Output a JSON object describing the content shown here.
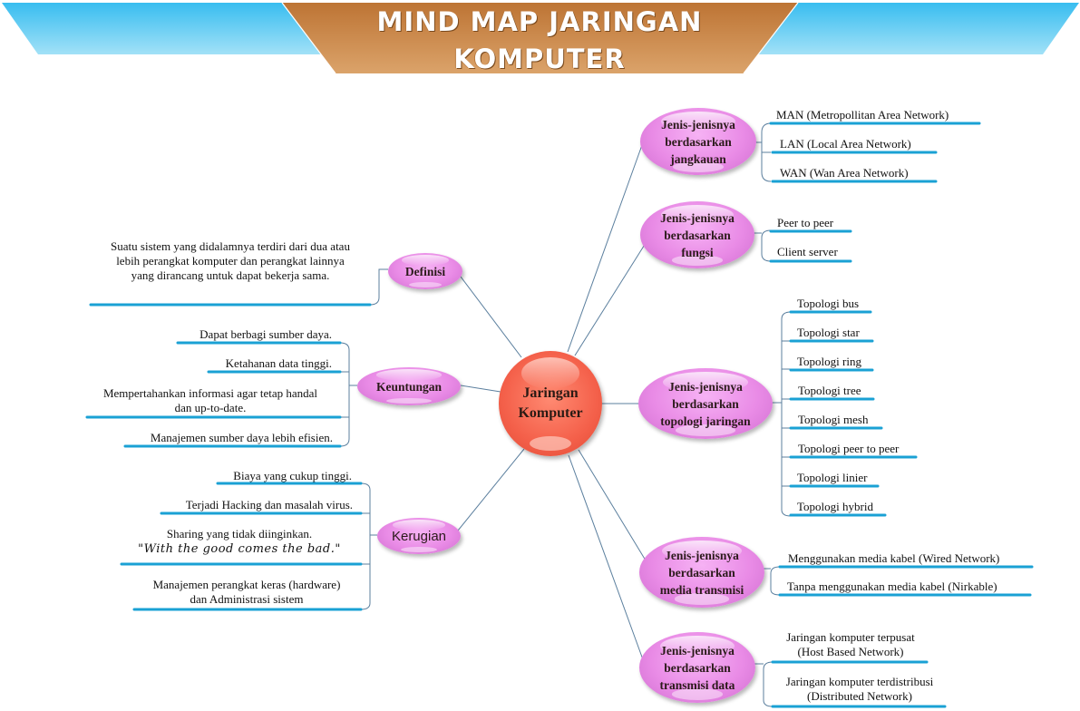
{
  "title": {
    "line1": "MIND MAP JARINGAN",
    "line2": "KOMPUTER"
  },
  "colors": {
    "banner_brown": "#c17a3a",
    "banner_blue": "#3dbef0",
    "bubble_pink": "#e98be6",
    "center_red": "#f4604a",
    "underline_blue": "#1aa1d4",
    "connector": "#5b7f9e"
  },
  "center": {
    "line1": "Jaringan",
    "line2": "Komputer"
  },
  "left_branches": {
    "definisi": {
      "label": "Definisi",
      "items": [
        {
          "line1": "Suatu sistem yang didalamnya terdiri dari dua atau",
          "line2": "lebih perangkat komputer dan perangkat lainnya",
          "line3": "yang dirancang untuk dapat bekerja sama."
        }
      ]
    },
    "keuntungan": {
      "label": "Keuntungan",
      "items": [
        {
          "text": "Dapat berbagi sumber daya."
        },
        {
          "text": "Ketahanan data tinggi."
        },
        {
          "line1": "Mempertahankan informasi agar tetap handal",
          "line2": "dan up-to-date."
        },
        {
          "text": "Manajemen sumber daya lebih efisien."
        }
      ]
    },
    "kerugian": {
      "label": "Kerugian",
      "items": [
        {
          "text": "Biaya yang cukup tinggi."
        },
        {
          "text": "Terjadi Hacking dan masalah virus."
        },
        {
          "line1": "Sharing yang tidak diinginkan.",
          "line2": "\"With the good comes the bad.\""
        },
        {
          "line1": "Manajemen perangkat keras (hardware)",
          "line2": "dan Administrasi sistem"
        }
      ]
    }
  },
  "right_branches": {
    "jangkauan": {
      "line1": "Jenis-jenisnya",
      "line2": "berdasarkan",
      "line3": "jangkauan",
      "items": [
        "MAN (Metropollitan Area Network)",
        "LAN (Local Area Network)",
        "WAN (Wan Area Network)"
      ]
    },
    "fungsi": {
      "line1": "Jenis-jenisnya",
      "line2": "berdasarkan",
      "line3": "fungsi",
      "items": [
        "Peer to peer",
        "Client server"
      ]
    },
    "topologi": {
      "line1": "Jenis-jenisnya",
      "line2": "berdasarkan",
      "line3": "topologi jaringan",
      "items": [
        "Topologi bus",
        "Topologi star",
        "Topologi ring",
        "Topologi tree",
        "Topologi mesh",
        "Topologi peer to peer",
        "Topologi linier",
        "Topologi hybrid"
      ]
    },
    "media": {
      "line1": "Jenis-jenisnya",
      "line2": "berdasarkan",
      "line3": "media transmisi",
      "items": [
        "Menggunakan media kabel (Wired Network)",
        "Tanpa menggunakan media kabel (Nirkable)"
      ]
    },
    "data": {
      "line1": "Jenis-jenisnya",
      "line2": "berdasarkan",
      "line3": "transmisi data",
      "items": [
        {
          "line1": "Jaringan komputer terpusat",
          "line2": "(Host Based Network)"
        },
        {
          "line1": "Jaringan komputer terdistribusi",
          "line2": "(Distributed Network)"
        }
      ]
    }
  }
}
